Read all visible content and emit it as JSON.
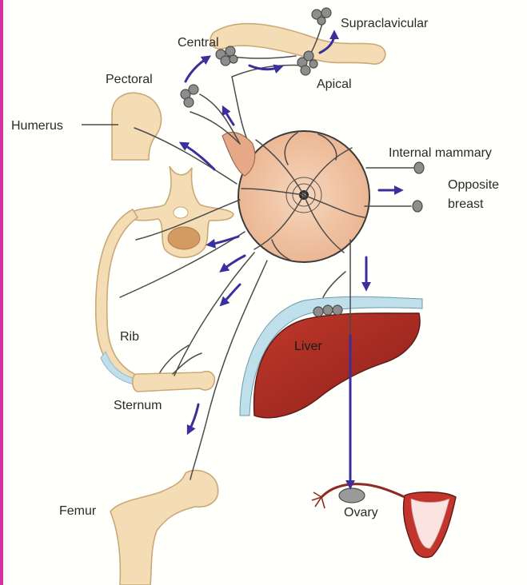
{
  "labels": {
    "supraclavicular": "Supraclavicular",
    "central": "Central",
    "apical": "Apical",
    "pectoral": "Pectoral",
    "humerus": "Humerus",
    "internal_mammary": "Internal mammary",
    "opposite_line1": "Opposite",
    "opposite_line2": "breast",
    "rib": "Rib",
    "liver": "Liver",
    "sternum": "Sternum",
    "femur": "Femur",
    "ovary": "Ovary"
  },
  "colors": {
    "arrow": "#3b2f9c",
    "bone": "#f4dcb4",
    "breast": "#f2c6a4",
    "liver": "#a32a24",
    "uterus": "#c2342c",
    "node": "#8d8d8d"
  }
}
